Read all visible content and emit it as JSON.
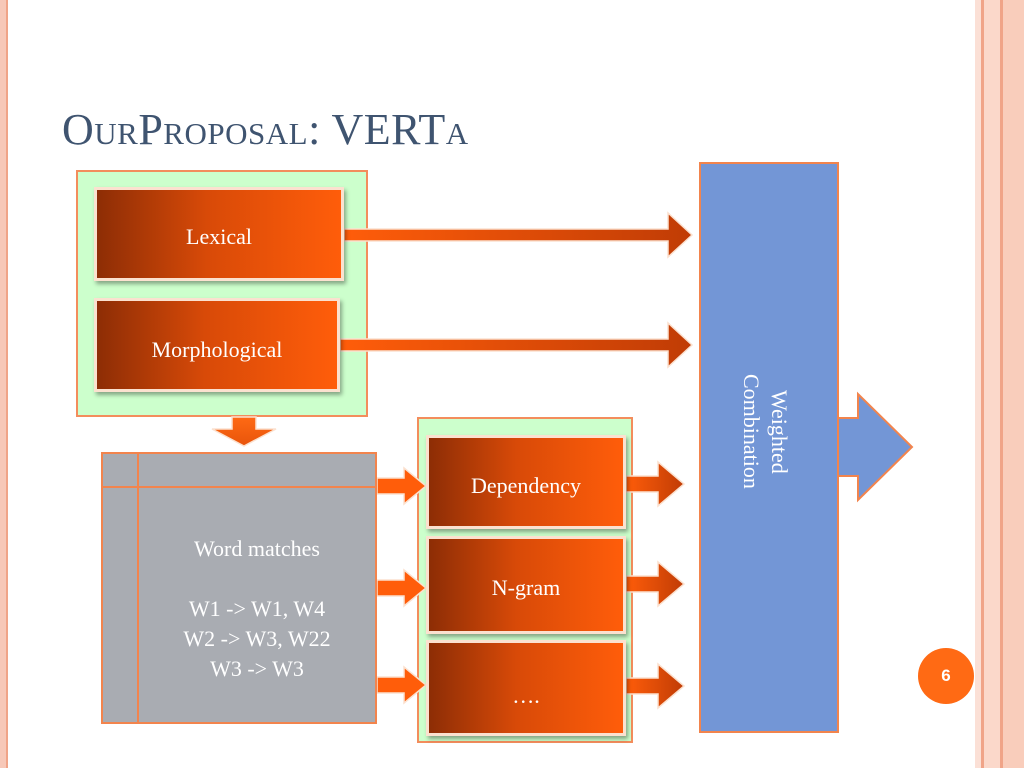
{
  "slide": {
    "title": "OurProposal: VERTa",
    "page_number": "6"
  },
  "diagram": {
    "lexical_label": "Lexical",
    "morphological_label": "Morphological",
    "dependency_label": "Dependency",
    "ngram_label": "N-gram",
    "more_label": "….",
    "word_matches": {
      "title": "Word matches",
      "lines": [
        "W1 -> W1, W4",
        "W2 -> W3, W22",
        "W3 -> W3"
      ]
    },
    "weighted_lines": [
      "Weighted",
      "Combination"
    ]
  },
  "colors": {
    "orange_accent": "#ff5d0a",
    "green_group": "#ccffcc",
    "blue_combination": "#7396d6",
    "gray_panel": "#a9acb2",
    "title_color": "#3f5470"
  }
}
